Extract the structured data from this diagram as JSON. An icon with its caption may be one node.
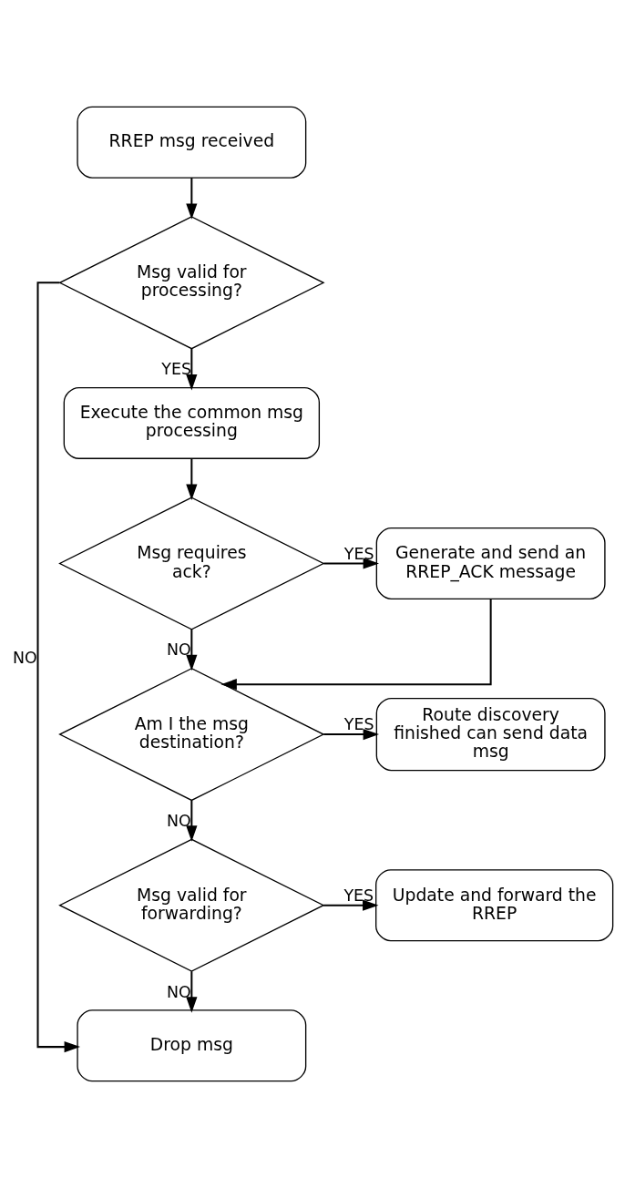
{
  "diagram": {
    "nodes": [
      {
        "text": [
          "RREP msg received"
        ]
      },
      {
        "text": [
          "Msg valid for processing?"
        ]
      },
      {
        "text": [
          "Execute the common msg processing"
        ]
      },
      {
        "text": [
          "Msg requires ack?"
        ]
      },
      {
        "text": [
          "Generate and send an RREP_ACK message"
        ]
      },
      {
        "text": [
          "Am I the msg destination?"
        ]
      },
      {
        "text": [
          "Route discovery finished can send data msg"
        ]
      },
      {
        "text": [
          "Msg valid for forwarding?"
        ]
      },
      {
        "text": [
          "Update and forward the RREP"
        ]
      },
      {
        "text": [
          "Drop msg"
        ]
      }
    ],
    "edges": [
      {
        "from": 0,
        "to": 1,
        "arrow": "to"
      },
      {
        "from": 1,
        "to": 9,
        "arrow": "to",
        "label": "NO"
      },
      {
        "from": 1,
        "to": 2,
        "arrow": "to",
        "label": "YES"
      },
      {
        "from": 2,
        "to": 3,
        "arrow": "to"
      },
      {
        "from": 3,
        "to": 4,
        "arrow": "to",
        "label": "YES"
      },
      {
        "from": 3,
        "to": 5,
        "arrow": "to",
        "label": "NO"
      },
      {
        "from": 4,
        "to": 5,
        "arrow": "to"
      },
      {
        "from": 5,
        "to": 6,
        "arrow": "to",
        "label": "YES"
      },
      {
        "from": 5,
        "to": 7,
        "arrow": "to",
        "label": "NO"
      },
      {
        "from": 7,
        "to": 8,
        "arrow": "to",
        "label": "YES"
      },
      {
        "from": 7,
        "to": 9,
        "arrow": "to",
        "label": "NO"
      }
    ]
  }
}
